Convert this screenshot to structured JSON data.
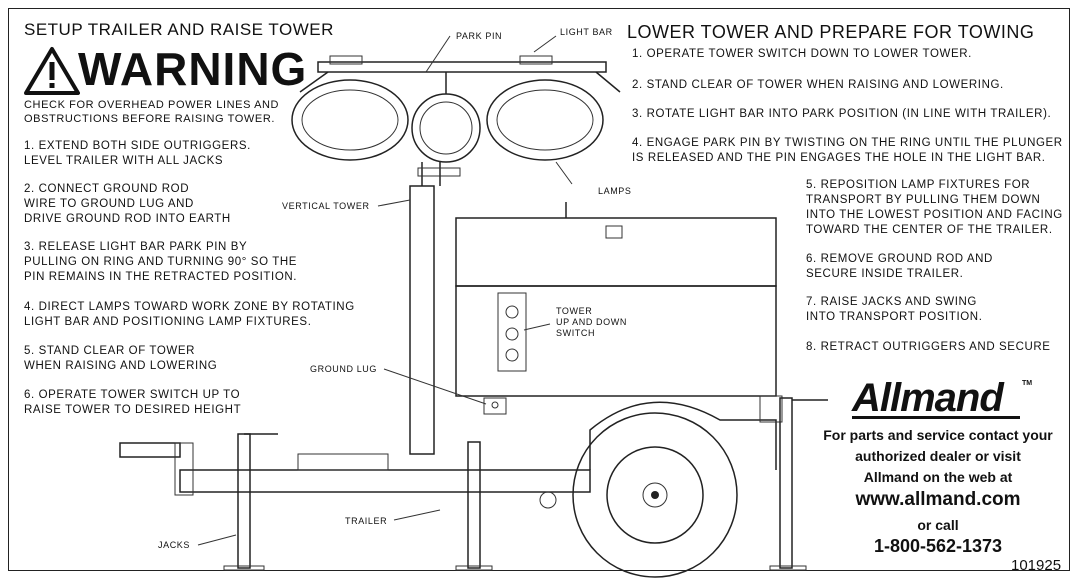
{
  "left": {
    "title": "SETUP TRAILER AND RAISE TOWER",
    "warning": "WARNING",
    "caution": [
      "CHECK FOR OVERHEAD POWER LINES AND",
      "OBSTRUCTIONS BEFORE RAISING TOWER."
    ],
    "steps": [
      [
        "1. EXTEND BOTH SIDE OUTRIGGERS.",
        "LEVEL TRAILER WITH ALL JACKS"
      ],
      [
        "2. CONNECT GROUND ROD",
        "WIRE TO GROUND LUG AND",
        "DRIVE GROUND ROD INTO EARTH"
      ],
      [
        "3. RELEASE LIGHT BAR PARK PIN BY",
        "PULLING ON RING AND TURNING 90° SO THE",
        "PIN REMAINS IN THE RETRACTED POSITION."
      ],
      [
        "4. DIRECT LAMPS TOWARD WORK ZONE BY ROTATING",
        "LIGHT BAR AND POSITIONING LAMP FIXTURES."
      ],
      [
        "5. STAND CLEAR OF TOWER",
        "WHEN RAISING AND LOWERING"
      ],
      [
        "6. OPERATE TOWER SWITCH UP TO",
        "RAISE TOWER TO DESIRED HEIGHT"
      ]
    ]
  },
  "right": {
    "title": "LOWER TOWER AND PREPARE FOR TOWING",
    "steps": [
      [
        "1. OPERATE TOWER SWITCH DOWN TO LOWER TOWER."
      ],
      [
        "2. STAND CLEAR OF TOWER WHEN RAISING AND LOWERING."
      ],
      [
        "3. ROTATE LIGHT BAR INTO PARK POSITION (IN LINE WITH TRAILER)."
      ],
      [
        "4. ENGAGE PARK PIN BY TWISTING ON THE RING UNTIL THE PLUNGER",
        "IS RELEASED AND THE PIN ENGAGES THE HOLE IN THE LIGHT BAR."
      ],
      [
        "5. REPOSITION LAMP FIXTURES FOR",
        "TRANSPORT BY PULLING THEM DOWN",
        "INTO THE LOWEST POSITION AND FACING",
        "TOWARD THE CENTER OF THE TRAILER."
      ],
      [
        "6. REMOVE GROUND ROD AND",
        "SECURE INSIDE TRAILER."
      ],
      [
        "7. RAISE JACKS AND SWING",
        "INTO TRANSPORT POSITION."
      ],
      [
        "8. RETRACT OUTRIGGERS AND SECURE"
      ]
    ]
  },
  "labels": {
    "park_pin": "PARK PIN",
    "light_bar": "LIGHT BAR",
    "lamps": "LAMPS",
    "vertical_tower": "VERTICAL TOWER",
    "tower_switch": [
      "TOWER",
      "UP AND DOWN",
      "SWITCH"
    ],
    "ground_lug": "GROUND LUG",
    "trailer": "TRAILER",
    "jacks": "JACKS"
  },
  "brand": {
    "logo": "Allmand",
    "trademark": "TM",
    "contact": [
      "For parts and service contact your",
      "authorized dealer or visit",
      "Allmand on the web at"
    ],
    "website": "www.allmand.com",
    "or_call": "or call",
    "phone": "1-800-562-1373"
  },
  "part_number": "101925"
}
